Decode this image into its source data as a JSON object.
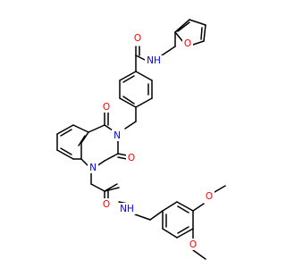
{
  "colors": {
    "background": "#ffffff",
    "bond": "#000000",
    "oxygen": "#ff0000",
    "nitrogen": "#0000ff"
  },
  "labels": {
    "amide1_O": "O",
    "amide1_NH": "NH",
    "furan_O": "O",
    "quin_O4": "O",
    "quin_N3": "N",
    "quin_O2": "O",
    "quin_N1": "N",
    "amide2_O": "O",
    "amide2_NH": "NH",
    "meo1_O": "O",
    "meo2_O": "O"
  }
}
